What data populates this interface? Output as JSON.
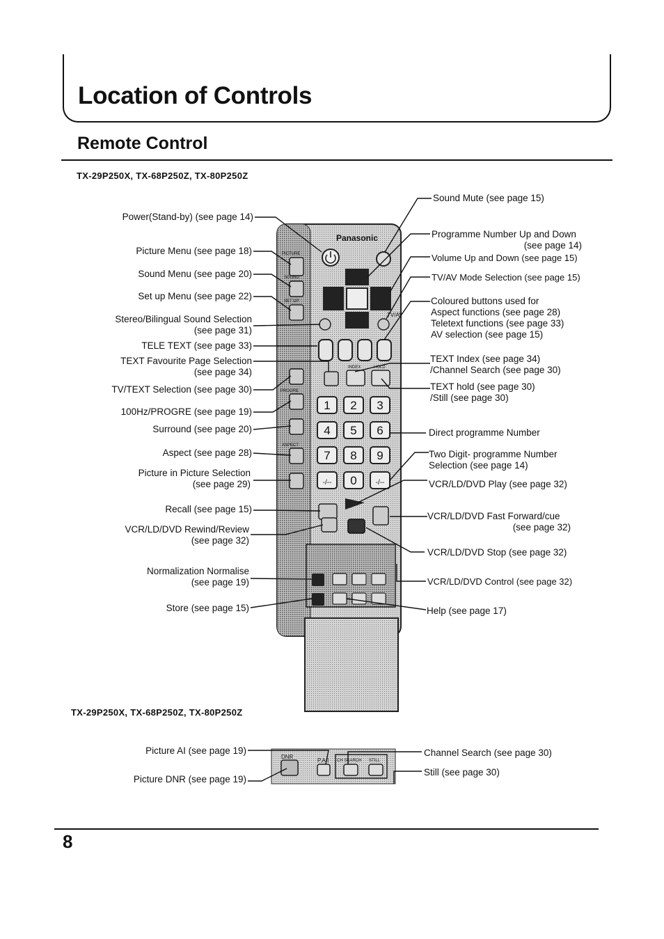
{
  "header": {
    "title": "Location of Controls",
    "section": "Remote Control"
  },
  "models": {
    "top": "TX-29P250X, TX-68P250Z, TX-80P250Z",
    "bottom": "TX-29P250X, TX-68P250Z, TX-80P250Z"
  },
  "remote": {
    "brand": "Panasonic",
    "buttons": {
      "picture": "PICTURE",
      "sound": "SOUND",
      "setup": "SET UP",
      "index": "INDEX",
      "hold": "HOLD",
      "ch_search": "CH SEARCH",
      "still": "STILL",
      "progre": "PROGRE",
      "aspect": "ASPECT",
      "tvav": "TV/AV",
      "dnr": "DNR",
      "pai": "P.A.I"
    },
    "numbers": [
      "1",
      "2",
      "3",
      "4",
      "5",
      "6",
      "7",
      "8",
      "9",
      "-/--",
      "0",
      "-/--"
    ]
  },
  "left_labels": [
    {
      "lines": [
        "Power(Stand-by) (see page 14)"
      ]
    },
    {
      "lines": [
        "Picture Menu (see page 18)"
      ]
    },
    {
      "lines": [
        "Sound Menu (see page 20)"
      ]
    },
    {
      "lines": [
        "Set up Menu (see page 22)"
      ]
    },
    {
      "lines": [
        "Stereo/Bilingual Sound Selection",
        "(see page 31)"
      ]
    },
    {
      "lines": [
        "TELE TEXT (see page 33)"
      ]
    },
    {
      "lines": [
        "TEXT Favourite Page Selection",
        "(see page 34)"
      ]
    },
    {
      "lines": [
        "TV/TEXT Selection (see page 30)"
      ]
    },
    {
      "lines": [
        "100Hz/PROGRE (see page 19)"
      ]
    },
    {
      "lines": [
        "Surround (see page 20)"
      ]
    },
    {
      "lines": [
        "Aspect (see page 28)"
      ]
    },
    {
      "lines": [
        "Picture in Picture Selection",
        "(see page 29)"
      ]
    },
    {
      "lines": [
        "Recall (see page 15)"
      ]
    },
    {
      "lines": [
        "VCR/LD/DVD Rewind/Review",
        "(see page 32)"
      ]
    },
    {
      "lines": [
        "Normalization Normalise",
        "(see page 19)"
      ]
    },
    {
      "lines": [
        "Store (see page 15)"
      ]
    }
  ],
  "right_labels": [
    {
      "lines": [
        "Sound Mute (see page 15)"
      ]
    },
    {
      "lines": [
        "Programme Number Up and Down",
        "(see page 14)"
      ]
    },
    {
      "lines": [
        "Volume Up and Down (see page 15)"
      ]
    },
    {
      "lines": [
        "TV/AV Mode Selection (see page 15)"
      ]
    },
    {
      "lines": [
        "Coloured buttons used for",
        "Aspect functions (see page 28)",
        "Teletext functions (see page 33)",
        "AV selection (see page 15)"
      ]
    },
    {
      "lines": [
        "TEXT Index (see page 34)",
        "/Channel Search (see page 30)"
      ]
    },
    {
      "lines": [
        "TEXT hold (see page 30)",
        "/Still (see page 30)"
      ]
    },
    {
      "lines": [
        "Direct programme Number"
      ]
    },
    {
      "lines": [
        "Two Digit- programme Number",
        "Selection (see page 14)"
      ]
    },
    {
      "lines": [
        "VCR/LD/DVD Play (see page 32)"
      ]
    },
    {
      "lines": [
        "VCR/LD/DVD Fast Forward/cue",
        "(see page 32)"
      ]
    },
    {
      "lines": [
        "VCR/LD/DVD Stop (see page 32)"
      ]
    },
    {
      "lines": [
        "VCR/LD/DVD Control (see page 32)"
      ]
    },
    {
      "lines": [
        "Help (see page 17)"
      ]
    }
  ],
  "bottom_labels": {
    "picture_ai": "Picture AI (see page 19)",
    "picture_dnr": "Picture DNR (see page 19)",
    "channel_search": "Channel Search (see page 30)",
    "still": "Still (see page 30)"
  },
  "footer": {
    "page_number": "8"
  }
}
